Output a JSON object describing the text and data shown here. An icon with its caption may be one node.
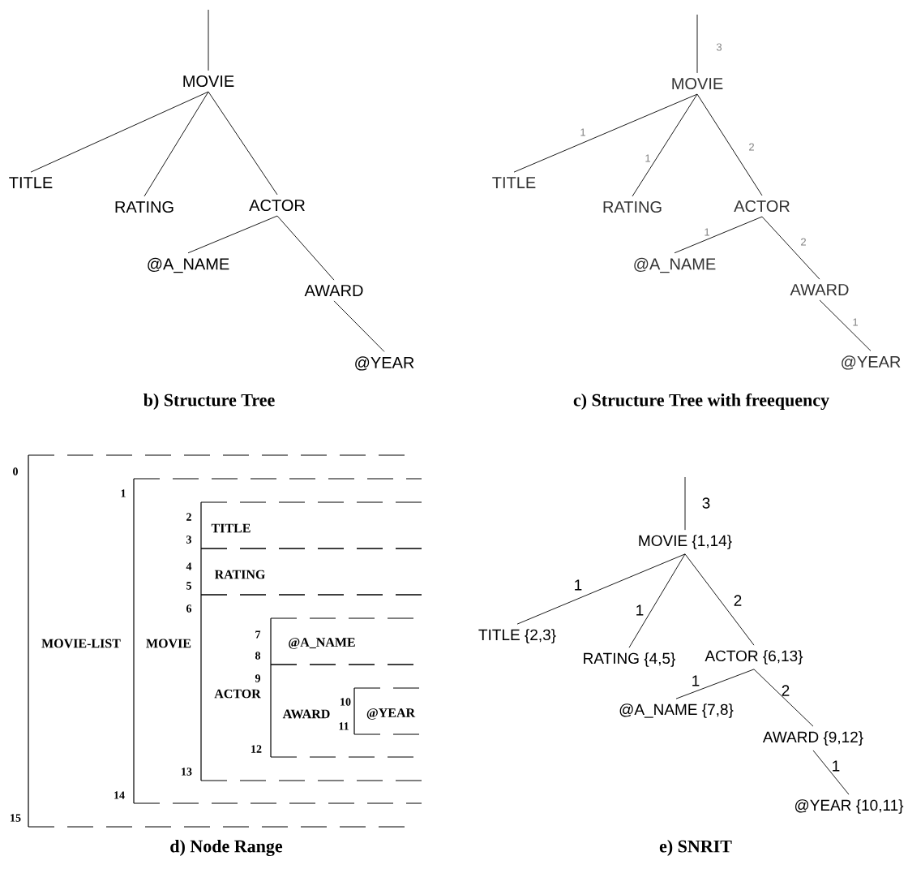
{
  "diagram": {
    "nodes": [
      {
        "text": [
          "MOVIE"
        ]
      },
      {
        "text": [
          "TITLE"
        ]
      },
      {
        "text": [
          "RATING"
        ]
      },
      {
        "text": [
          "ACTOR"
        ]
      },
      {
        "text": [
          "@A_NAME"
        ]
      },
      {
        "text": [
          "AWARD"
        ]
      },
      {
        "text": [
          "@YEAR"
        ]
      },
      {
        "text": [
          "MOVIE"
        ]
      },
      {
        "text": [
          "TITLE"
        ]
      },
      {
        "text": [
          "RATING"
        ]
      },
      {
        "text": [
          "ACTOR"
        ]
      },
      {
        "text": [
          "@A_NAME"
        ]
      },
      {
        "text": [
          "AWARD"
        ]
      },
      {
        "text": [
          "@YEAR"
        ]
      },
      {
        "text": [
          "MOVIE {1,14}"
        ]
      },
      {
        "text": [
          "TITLE {2,3}"
        ]
      },
      {
        "text": [
          "RATING {4,5}"
        ]
      },
      {
        "text": [
          "ACTOR {6,13}"
        ]
      },
      {
        "text": [
          "@A_NAME {7,8}"
        ]
      },
      {
        "text": [
          "AWARD {9,12}"
        ]
      },
      {
        "text": [
          "@YEAR {10,11}"
        ]
      },
      {
        "text": [
          "MOVIE-LIST"
        ],
        "beside": [
          "0",
          "15"
        ]
      },
      {
        "text": [
          "MOVIE"
        ],
        "beside": [
          "1",
          "14"
        ],
        "in": 21
      },
      {
        "text": [
          "TITLE"
        ],
        "beside": [
          "2",
          "3"
        ],
        "in": 22
      },
      {
        "text": [
          "RATING"
        ],
        "beside": [
          "4",
          "5"
        ],
        "in": 22
      },
      {
        "text": [
          "ACTOR"
        ],
        "beside": [
          "6",
          "13"
        ],
        "in": 22
      },
      {
        "text": [
          "@A_NAME"
        ],
        "beside": [
          "7",
          "8"
        ],
        "in": 25
      },
      {
        "text": [
          "AWARD"
        ],
        "beside": [
          "9",
          "12"
        ],
        "in": 25
      },
      {
        "text": [
          "@YEAR"
        ],
        "beside": [
          "10",
          "11"
        ],
        "in": 27
      }
    ],
    "edges": [
      {
        "from": null,
        "to": 0,
        "arrow": "none"
      },
      {
        "from": 0,
        "to": 1,
        "arrow": "none"
      },
      {
        "from": 0,
        "to": 2,
        "arrow": "none"
      },
      {
        "from": 0,
        "to": 3,
        "arrow": "none"
      },
      {
        "from": 3,
        "to": 4,
        "arrow": "none"
      },
      {
        "from": 3,
        "to": 5,
        "arrow": "none"
      },
      {
        "from": 5,
        "to": 6,
        "arrow": "none"
      },
      {
        "from": null,
        "to": 7,
        "arrow": "none",
        "label": "3"
      },
      {
        "from": 7,
        "to": 8,
        "arrow": "none",
        "label": "1"
      },
      {
        "from": 7,
        "to": 9,
        "arrow": "none",
        "label": "1"
      },
      {
        "from": 7,
        "to": 10,
        "arrow": "none",
        "label": "2"
      },
      {
        "from": 10,
        "to": 11,
        "arrow": "none",
        "label": "1"
      },
      {
        "from": 10,
        "to": 12,
        "arrow": "none",
        "label": "2"
      },
      {
        "from": 12,
        "to": 13,
        "arrow": "none",
        "label": "1"
      },
      {
        "from": null,
        "to": 14,
        "arrow": "none",
        "label": "3"
      },
      {
        "from": 14,
        "to": 15,
        "arrow": "none",
        "label": "1"
      },
      {
        "from": 14,
        "to": 16,
        "arrow": "none",
        "label": "1"
      },
      {
        "from": 14,
        "to": 17,
        "arrow": "none",
        "label": "2"
      },
      {
        "from": 17,
        "to": 18,
        "arrow": "none",
        "label": "1"
      },
      {
        "from": 17,
        "to": 19,
        "arrow": "none",
        "label": "2"
      },
      {
        "from": 19,
        "to": 20,
        "arrow": "none",
        "label": "1"
      }
    ],
    "labels": [
      "b) Structure Tree",
      "c) Structure Tree with freequency",
      "d) Node Range",
      "e) SNRIT"
    ]
  }
}
